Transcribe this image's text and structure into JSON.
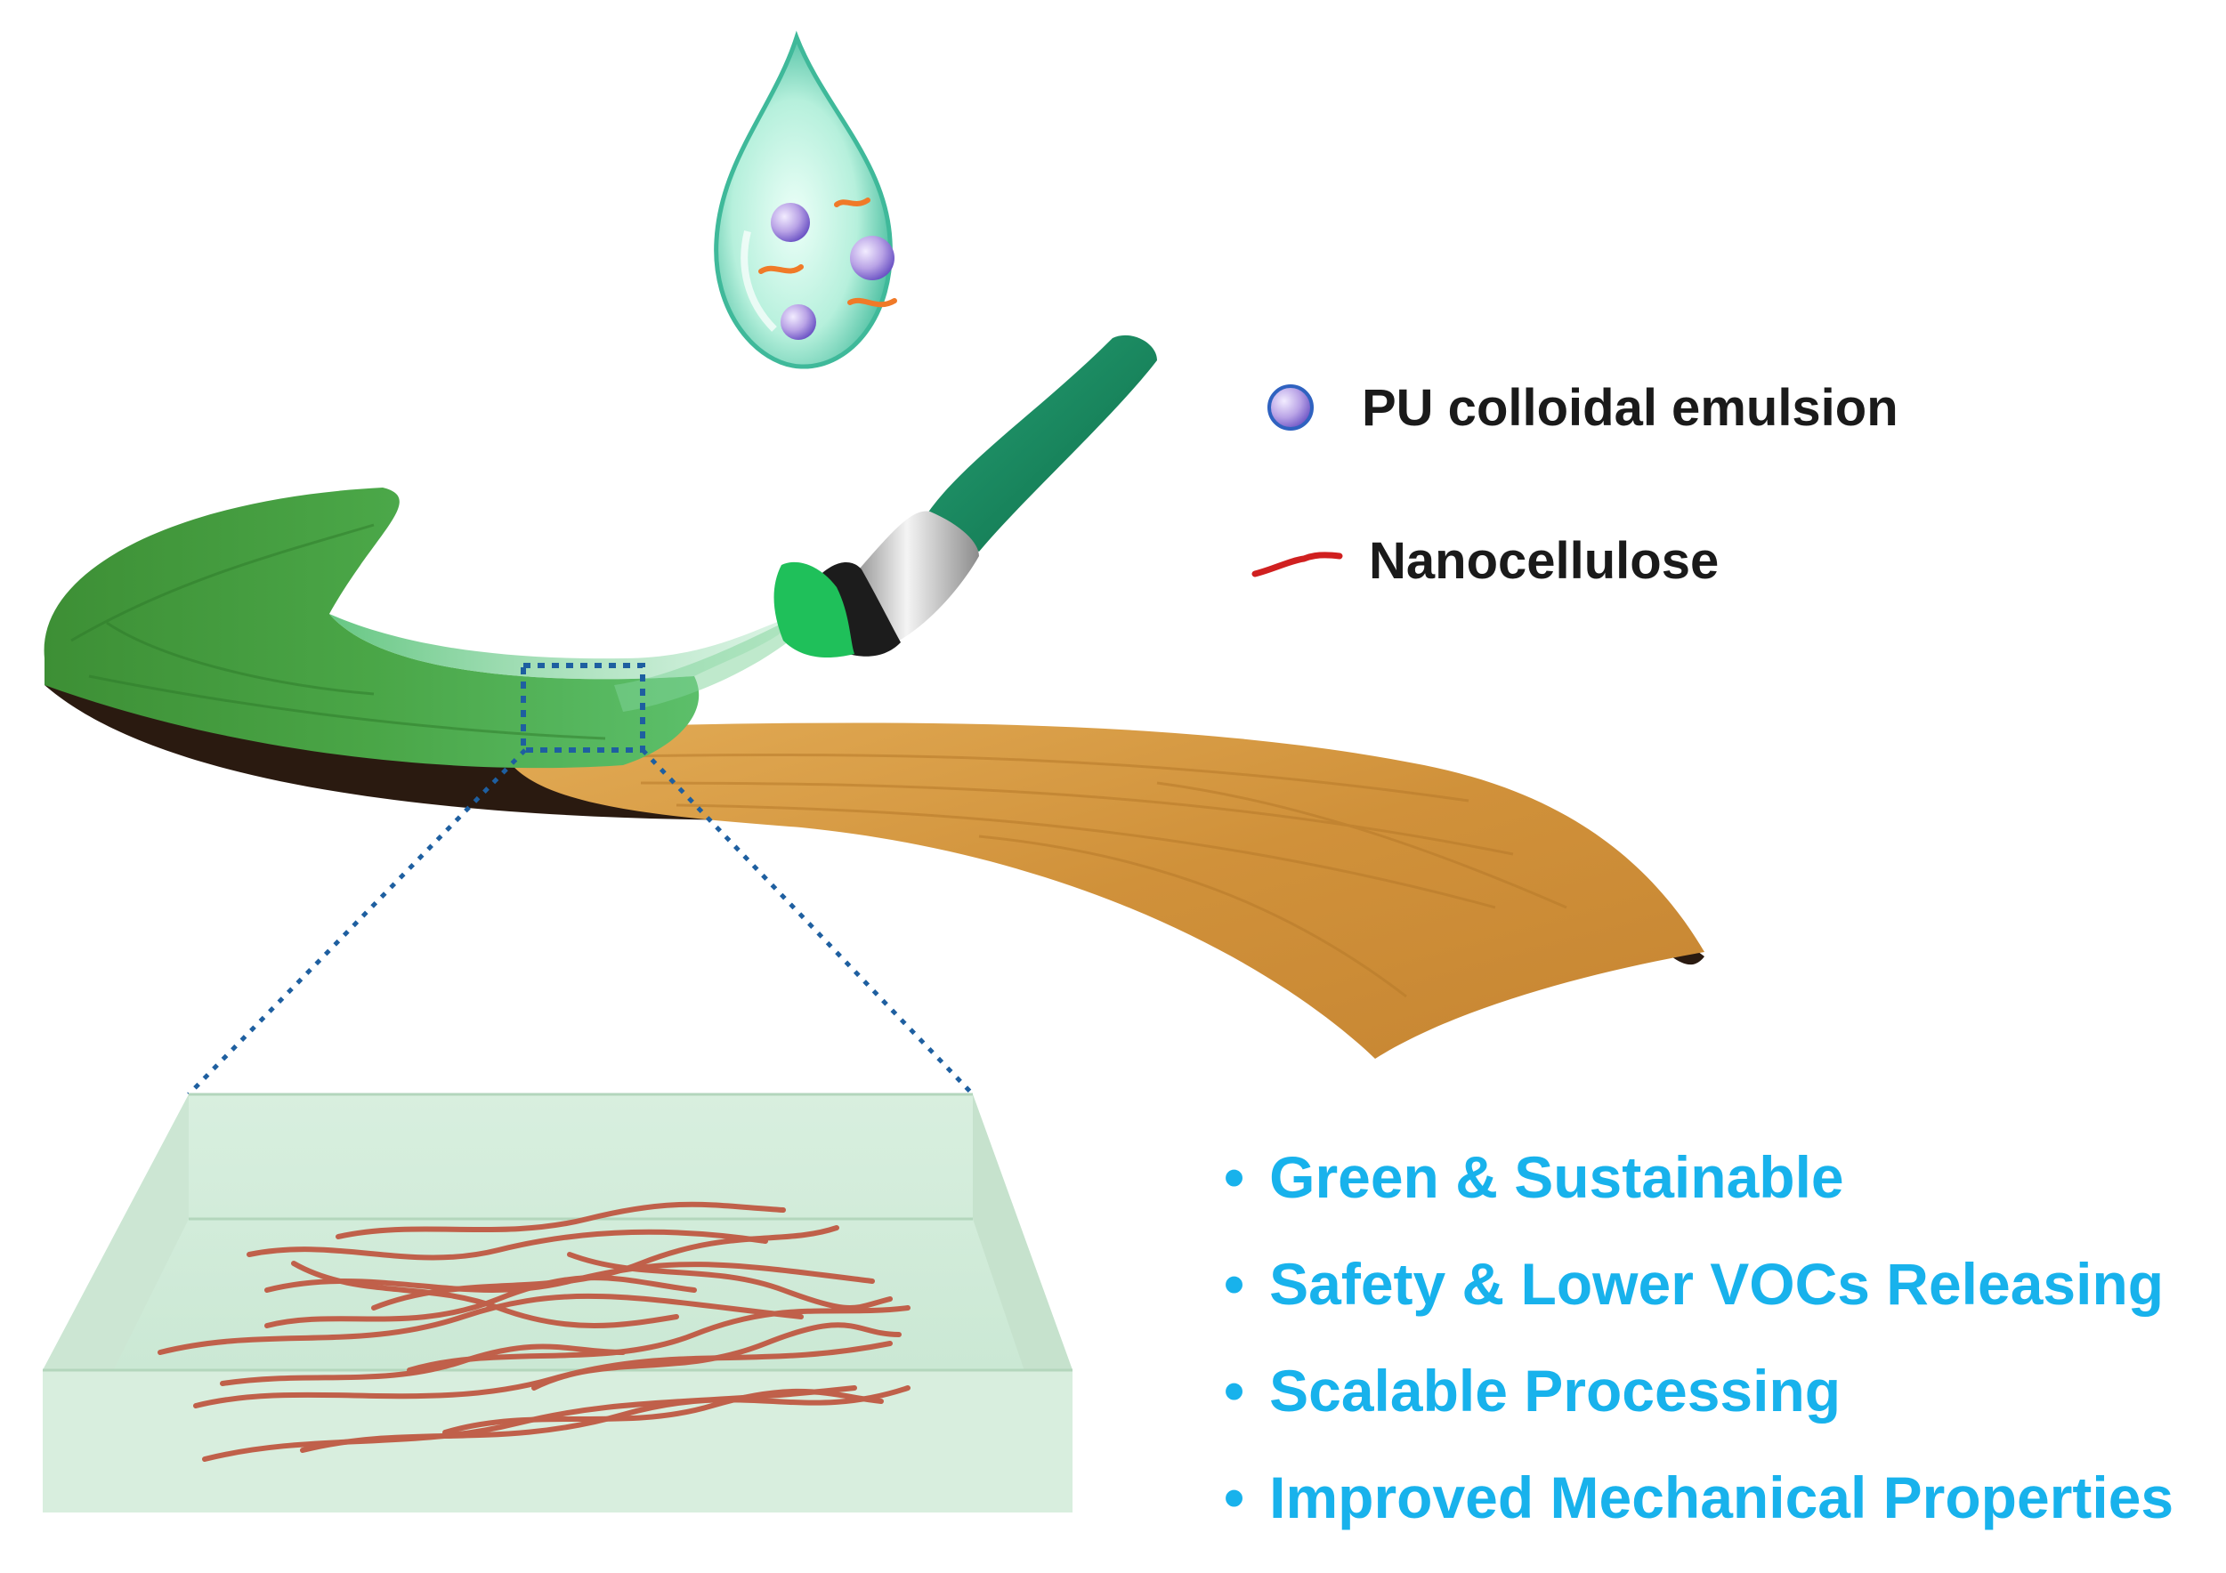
{
  "legend": {
    "items": [
      {
        "icon": "purple-sphere-icon",
        "label": "PU colloidal emulsion"
      },
      {
        "icon": "red-fiber-icon",
        "label": "Nanocellulose"
      }
    ]
  },
  "benefits": {
    "bullet": "•",
    "items": [
      "Green & Sustainable",
      "Safety & Lower VOCs Releasing",
      "Scalable Processing",
      "Improved Mechanical Properties"
    ]
  },
  "colors": {
    "benefit_text": "#18b2ec",
    "coating_green": "#3e9a3c",
    "wood": "#d79a3e",
    "zoom_box_outline": "#1e5fa0",
    "sphere": "#b9a3e6",
    "fiber_orange": "#f07a28",
    "fiber_red": "#d02020",
    "nanofiber": "#c0604a",
    "drop": "#7fe0c8",
    "brush_handle": "#1a8a5e",
    "brush_ferrule": "#d8d8d8",
    "brush_bristles": "#1c1c1c",
    "brush_tip": "#1fc05a"
  }
}
